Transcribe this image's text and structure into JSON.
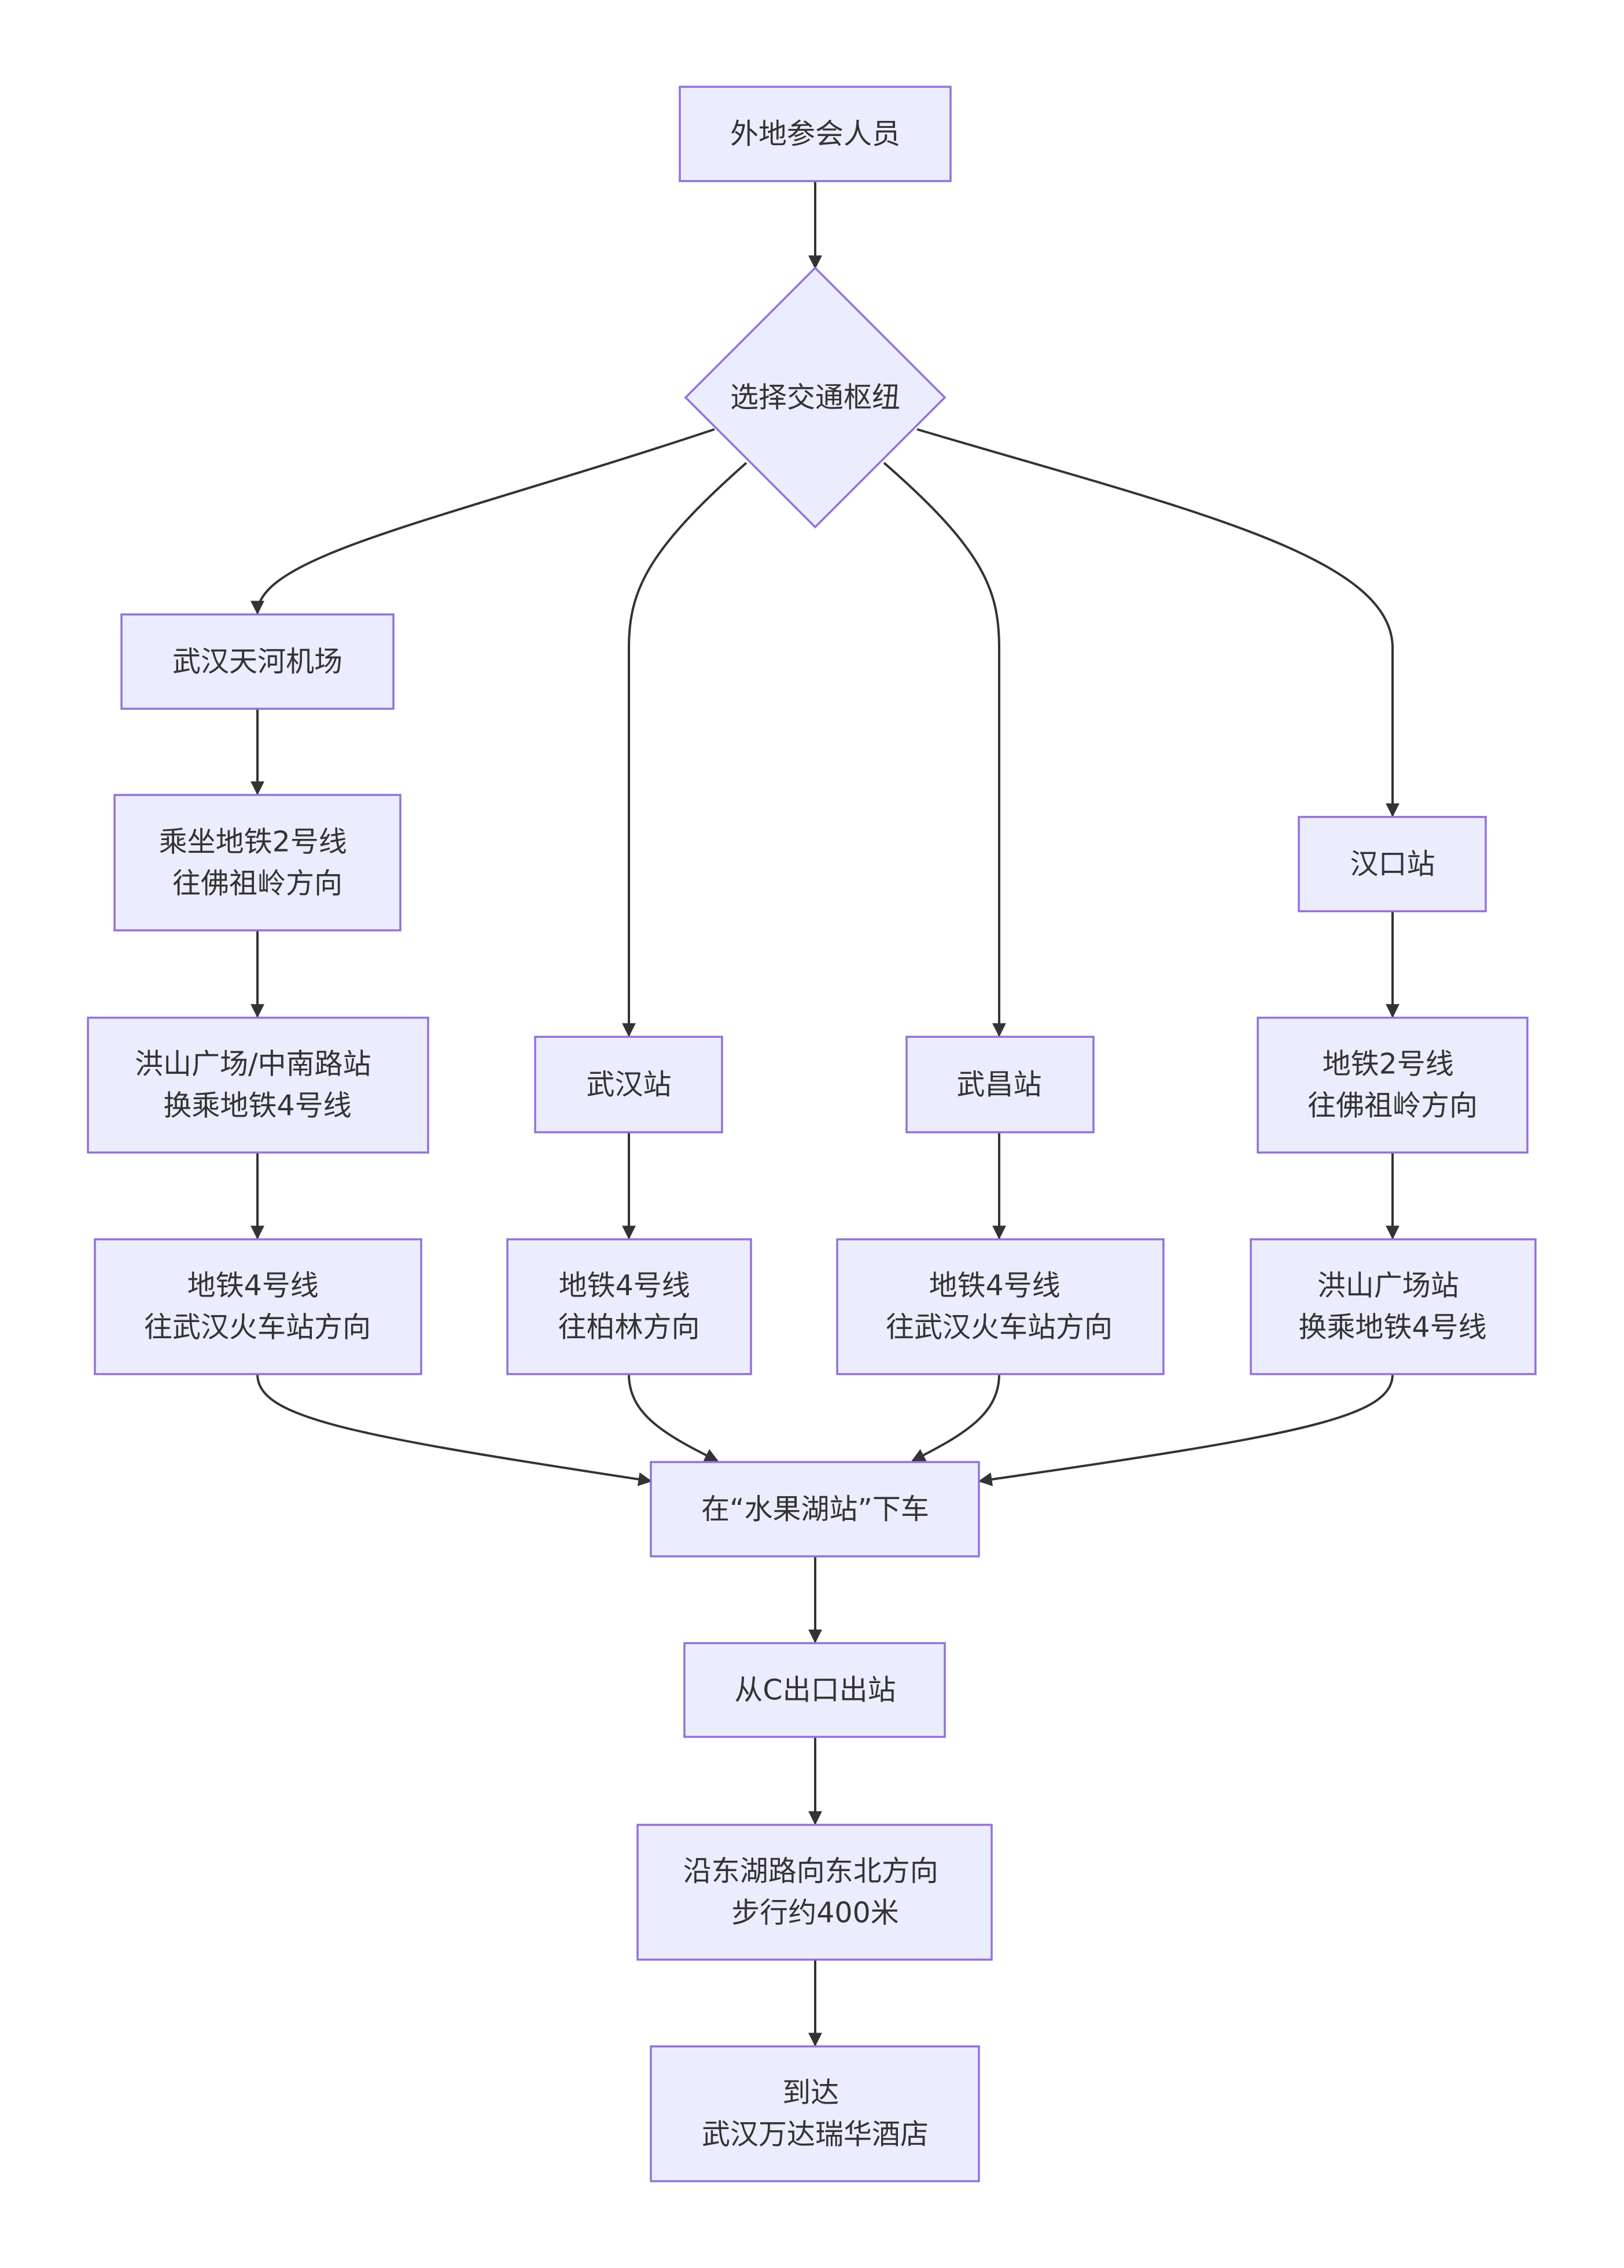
{
  "nodes": {
    "start": {
      "lines": [
        "外地参会人员"
      ]
    },
    "choose": {
      "lines": [
        "选择交通枢纽"
      ]
    },
    "airport": {
      "lines": [
        "武汉天河机场"
      ]
    },
    "airport_line2": {
      "lines": [
        "乘坐地铁2号线",
        "往佛祖岭方向"
      ]
    },
    "airport_transfer": {
      "lines": [
        "洪山广场/中南路站",
        "换乘地铁4号线"
      ]
    },
    "airport_line4": {
      "lines": [
        "地铁4号线",
        "往武汉火车站方向"
      ]
    },
    "wuhan_station": {
      "lines": [
        "武汉站"
      ]
    },
    "wuhan_line4": {
      "lines": [
        "地铁4号线",
        "往柏林方向"
      ]
    },
    "wuchang_station": {
      "lines": [
        "武昌站"
      ]
    },
    "wuchang_line4": {
      "lines": [
        "地铁4号线",
        "往武汉火车站方向"
      ]
    },
    "hankou_station": {
      "lines": [
        "汉口站"
      ]
    },
    "hankou_line2": {
      "lines": [
        "地铁2号线",
        "往佛祖岭方向"
      ]
    },
    "hankou_transfer": {
      "lines": [
        "洪山广场站",
        "换乘地铁4号线"
      ]
    },
    "alight": {
      "lines": [
        "在“水果湖站”下车"
      ]
    },
    "exit": {
      "lines": [
        "从C出口出站"
      ]
    },
    "walk": {
      "lines": [
        "沿东湖路向东北方向",
        "步行约400米"
      ]
    },
    "arrive": {
      "lines": [
        "到达",
        "武汉万达瑞华酒店"
      ]
    }
  },
  "colors": {
    "node_fill": "#ECECFF",
    "node_stroke": "#9370DB",
    "edge": "#333333",
    "text": "#333333"
  }
}
